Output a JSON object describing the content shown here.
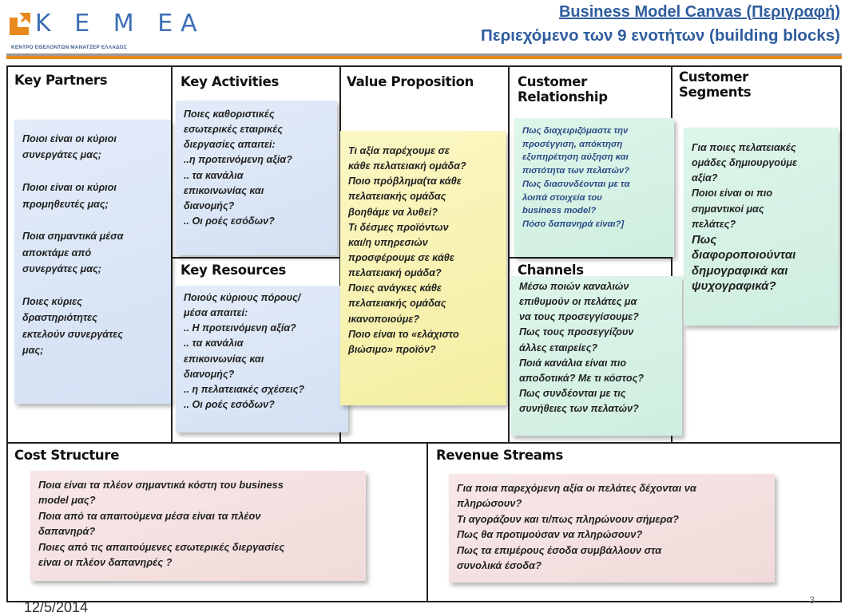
{
  "logo": {
    "letters": [
      "Κ",
      "Ε",
      "Μ",
      "ΕΑ"
    ],
    "subtitle": "ΚΕΝΤΡΟ ΕΘΕΛΟΝΤΩΝ ΜΑΝΑΤΖΕΡ ΕΛΛΑΔΟΣ",
    "colors": {
      "orange": "#e8891e",
      "blue": "#3d6fb6"
    }
  },
  "header": {
    "title": "Business Model Canvas (Περιγραφή)",
    "subtitle": "Περιεχόμενο των 9 ενοτήτων (building blocks)"
  },
  "blocks": {
    "key_partners": {
      "title": "Key Partners",
      "lines": [
        "Ποιοι είναι οι κύριοι",
        "συνεργάτες μας;",
        "",
        "Ποιοι είναι οι κύριοι",
        "προμηθευτές μας;",
        "",
        "Ποια σημαντικά μέσα",
        "αποκτάμε από",
        "συνεργάτες μας;",
        "",
        "Ποιες κύριες",
        "δραστηριότητες",
        "εκτελούν συνεργάτες",
        "μας;"
      ]
    },
    "key_activities": {
      "title": "Key Activities",
      "lines": [
        "Ποιες καθοριστικές",
        "εσωτερικές  εταιρικές",
        "διεργασίες απαιτεί:",
        "..η προτεινόμενη αξία?",
        ".. τα κανάλια",
        "επικοινωνίας και",
        "διανομής?",
        ".. Οι ροές εσόδων?"
      ]
    },
    "key_resources": {
      "title": "Key Resources",
      "lines": [
        "Ποιούς κύριους πόρους/",
        "μέσα απαιτεί:",
        ".. Η προτεινόμενη αξία?",
        ".. τα κανάλια",
        "επικοινωνίας και",
        "διανομής?",
        ".. η πελατειακές σχέσεις?",
        ".. Οι ροές εσόδων?"
      ]
    },
    "value_proposition": {
      "title": "Value Proposition",
      "lines": [
        "Τι αξία παρέχουμε σε",
        "κάθε πελατειακή ομάδα?",
        "Ποιο πρόβλημα(τα κάθε",
        "πελατειακής ομάδας",
        "βοηθάμε να λυθεί?",
        "Τι δέσμες προϊόντων",
        "και/η υπηρεσιών",
        "προσφέρουμε σε κάθε",
        "πελατειακή ομάδα?",
        "Ποιες ανάγκες κάθε",
        "πελατειακής ομάδας",
        "ικανοποιούμε?",
        "Ποιο είναι το «ελάχιστο",
        "βιώσιμο» προϊόν?"
      ]
    },
    "customer_relationship": {
      "title_lines": [
        "Customer",
        "Relationship"
      ],
      "lines": [
        "Πως διαχειριζόμαστε την",
        "προσέγγιση, απόκτηση",
        "εξυπηρέτηση  αύξηση και",
        "πιστότητα των πελατών?",
        "Πως διασυνδέονται με τα",
        "λοιπά στοιχεία του",
        "business model?",
        "Πόσο δαπανηρά είναι?]"
      ]
    },
    "channels": {
      "title": "Channels",
      "lines": [
        " Μέσω ποιών καναλιών",
        "επιθυμούν οι πελάτες μα",
        "να τους προσεγγίσουμε?",
        "Πως τους προσεγγίζουν",
        "άλλες εταιρείες?",
        "Ποιά κανάλια είναι πιο",
        "αποδοτικά? Με τι κόστος?",
        "Πως συνδέονται με  τις",
        "συνήθειες των πελατών?"
      ]
    },
    "customer_segments": {
      "title_lines": [
        "Customer",
        "Segments"
      ],
      "lines": [
        "Για ποιες πελατειακές",
        "ομάδες δημιουργούμε",
        "αξία?",
        "Ποιοι είναι οι πιο",
        "σημαντικοί μας",
        "πελάτες?"
      ],
      "lines_large": [
        "Πως",
        "διαφοροποιούνται",
        "δημογραφικά και",
        "ψυχογραφικά?"
      ]
    },
    "cost_structure": {
      "title": "Cost Structure",
      "lines": [
        "Ποια είναι τα πλέον σημαντικά κόστη του business",
        "model μας?",
        "Ποια από τα απαιτούμενα μέσα είναι τα πλέον",
        "δαπανηρά?",
        "Ποιες από τις απαιτούμενες εσωτερικές διεργασίες",
        "είναι οι πλέον δαπανηρές ?"
      ]
    },
    "revenue_streams": {
      "title": "Revenue Streams",
      "lines": [
        " Για ποια παρεχόμενη αξία οι πελάτες δέχονται να",
        "πληρώσουν?",
        "Τι αγοράζουν και τι/πως πληρώνουν σήμερα?",
        "Πως θα προτιμούσαν να πληρώσουν?",
        "Πως τα επιμέρους έσοδα συμβάλλουν στα",
        "συνολικά έσοδα?"
      ]
    }
  },
  "footer": {
    "date": "12/5/2014",
    "page": "3"
  },
  "colors": {
    "note_blue": "#d9e5f6",
    "note_yellow": "#f8f3b4",
    "note_green": "#d5f2e5",
    "note_pink": "#f4e0e0",
    "title_blue": "#2f5d9e",
    "rule_orange": "#e8891e"
  }
}
